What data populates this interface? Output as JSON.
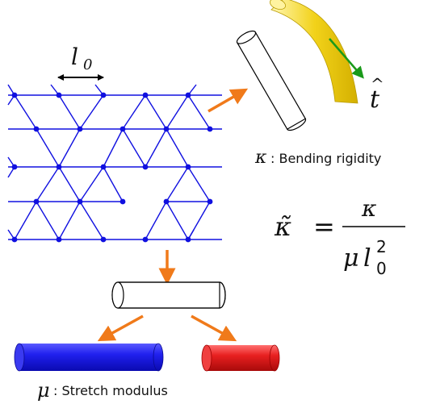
{
  "lattice_spacing_label": "l",
  "lattice_spacing_subscript": "0",
  "tangent_label": "t",
  "tangent_hat": "^",
  "bending": {
    "symbol": "κ",
    "text": ": Bending rigidity"
  },
  "stretch": {
    "symbol": "μ",
    "text": ": Stretch modulus"
  },
  "formula": {
    "lhs": "κ̃",
    "equals": "=",
    "numerator": "κ",
    "denominator_mu": "μ",
    "denominator_l": "l",
    "denominator_sup": "2",
    "denominator_sub": "0"
  },
  "colors": {
    "lattice": "#1010e0",
    "arrow": "#f07a1a",
    "tangent": "#1a9a1a",
    "bent_fiber": "#f2d21a",
    "stretch_blue": "#1a1ae6",
    "stretch_red": "#e01a1a"
  }
}
